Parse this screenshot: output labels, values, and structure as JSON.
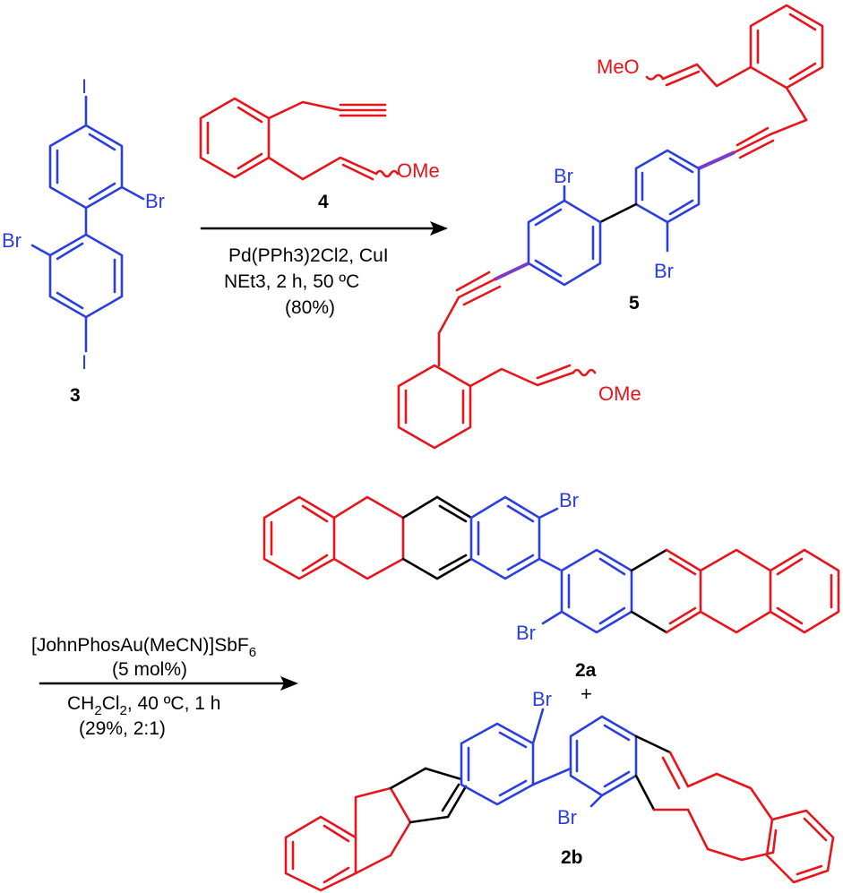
{
  "colors": {
    "blue": "#2b3fe0",
    "red": "#e8141c",
    "black": "#000000"
  },
  "compounds": {
    "c3": {
      "label": "3",
      "atoms": {
        "i_top": "I",
        "i_bottom": "I",
        "br_right": "Br",
        "br_left": "Br"
      }
    },
    "c4": {
      "label": "4",
      "atoms": {
        "ome": "OMe"
      }
    },
    "c5": {
      "label": "5",
      "atoms": {
        "meo": "MeO",
        "ome": "OMe",
        "br_top": "Br",
        "br_bottom": "Br"
      }
    },
    "c2a": {
      "label": "2a",
      "atoms": {
        "br_top": "Br",
        "br_bottom": "Br"
      }
    },
    "c2b": {
      "label": "2b",
      "atoms": {
        "br_top": "Br",
        "br_bottom": "Br"
      }
    }
  },
  "plus": "+",
  "reaction1": {
    "line1": "Pd(PPh3)2Cl2, CuI",
    "line2": "NEt3, 2 h, 50 ºC",
    "line3": "(80%)"
  },
  "reaction2": {
    "line1_main": "[JohnPhosAu(MeCN)]SbF",
    "line1_sub": "6",
    "line2": "(5 mol%)",
    "line3_a": "CH",
    "line3_sub1": "2",
    "line3_b": "Cl",
    "line3_sub2": "2",
    "line3_c": ", 40 ºC, 1 h",
    "line4": "(29%, 2:1)"
  }
}
